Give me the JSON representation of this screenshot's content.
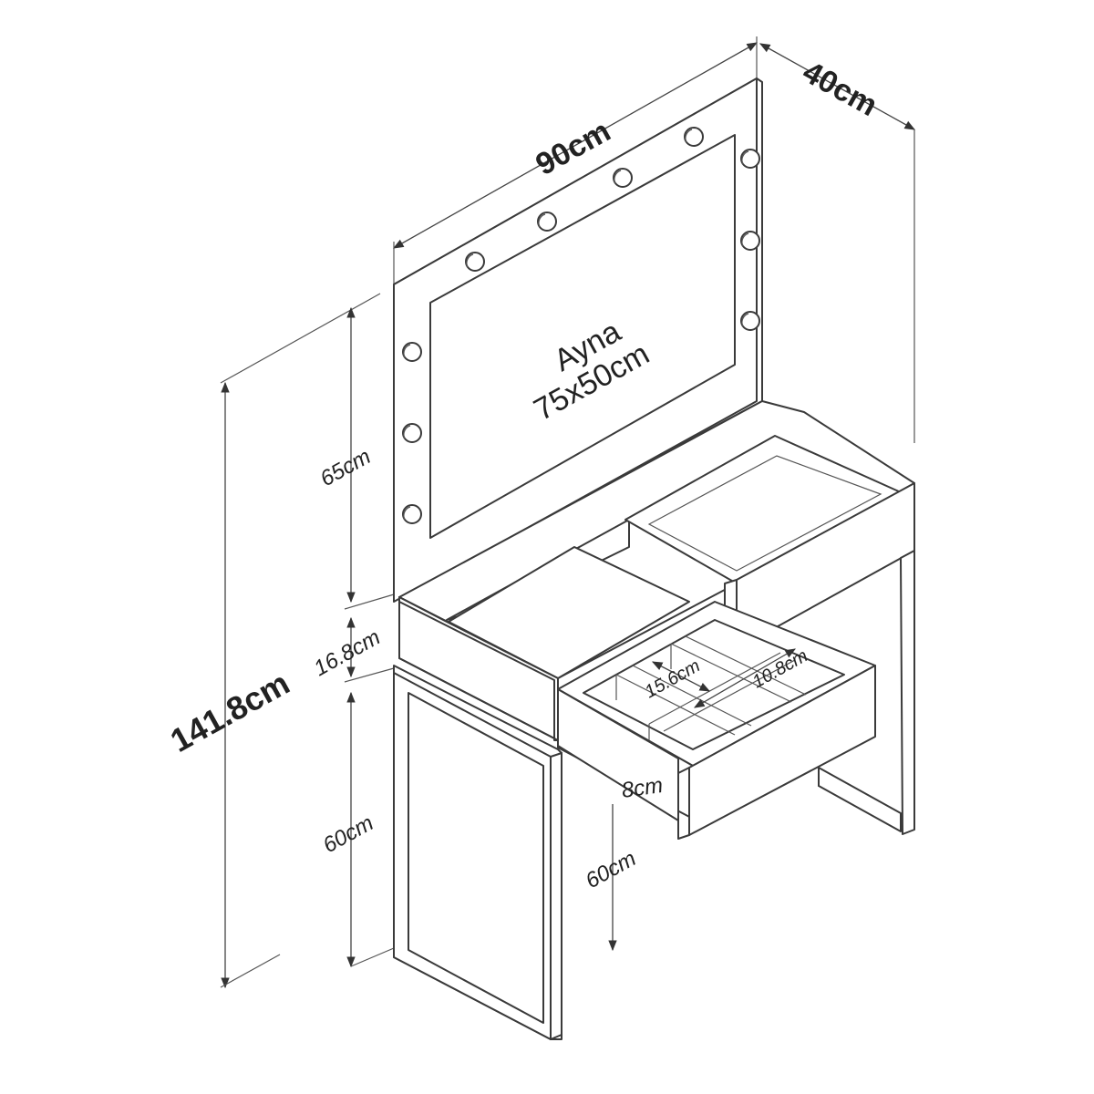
{
  "mirror": {
    "name": "Ayna",
    "size": "75x50cm"
  },
  "dimensions": {
    "width": "90cm",
    "depth": "40cm",
    "total_height": "141.8cm",
    "mirror_height": "65cm",
    "drawer_band": "16.8cm",
    "leg_height": "60cm",
    "leg_height_front": "60cm",
    "drawer_depth": "8cm",
    "compartment_a": "15.6cm",
    "compartment_b": "10.8cm"
  },
  "colors": {
    "line": "#3a3a3a",
    "background": "#ffffff"
  }
}
